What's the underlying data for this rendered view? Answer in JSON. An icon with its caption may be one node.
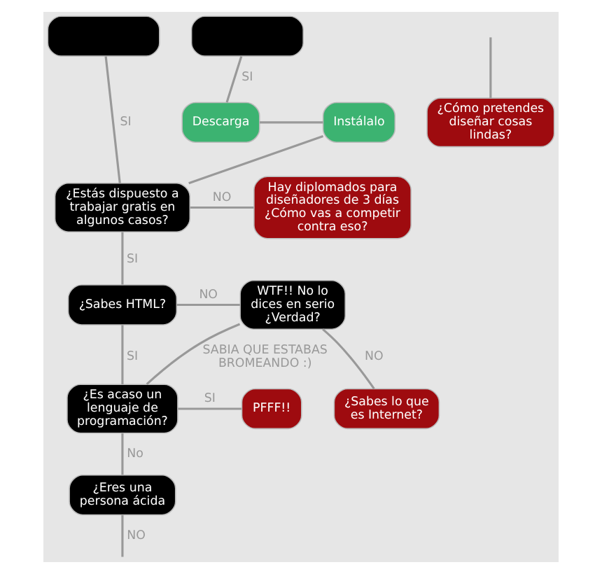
{
  "diagram": {
    "nodes": [
      {
        "text": [],
        "shape": "box"
      },
      {
        "text": [],
        "shape": "box"
      },
      {
        "text": [
          "¿Cómo pretendes diseñar cosas lindas?"
        ]
      },
      {
        "text": [
          "Instálalo"
        ]
      },
      {
        "text": [
          "Descarga"
        ]
      },
      {
        "text": [
          "¿Estás dispuesto a trabajar gratis en algunos casos?"
        ]
      },
      {
        "text": [
          "Hay diplomados para diseñadores de 3 días ¿Cómo vas a competir contra eso?"
        ]
      },
      {
        "text": [
          "¿Sabes HTML?"
        ]
      },
      {
        "text": [
          "WTF!! No lo dices en serio ¿Verdad?"
        ]
      },
      {
        "text": [
          "¿Sabes lo que es Internet?"
        ]
      },
      {
        "text": [
          "¿Es acaso un lenguaje de programación?"
        ]
      },
      {
        "text": [
          "PFFF!!"
        ]
      },
      {
        "text": [
          "¿Eres una persona ácida"
        ]
      }
    ],
    "edges": [
      {
        "from": 0,
        "to": 5,
        "arrow": "none",
        "label": "SI"
      },
      {
        "from": 1,
        "to": 4,
        "arrow": "none",
        "label": "SI"
      },
      {
        "from": null,
        "to": 2,
        "arrow": "none"
      },
      {
        "from": 4,
        "to": 3,
        "arrow": "none"
      },
      {
        "from": 3,
        "to": 5,
        "arrow": "none"
      },
      {
        "from": 5,
        "to": 6,
        "arrow": "none",
        "label": "NO"
      },
      {
        "from": 5,
        "to": 7,
        "arrow": "none",
        "label": "SI"
      },
      {
        "from": 7,
        "to": 8,
        "arrow": "none",
        "label": "NO"
      },
      {
        "from": 8,
        "to": 9,
        "arrow": "none",
        "label": "NO"
      },
      {
        "from": 8,
        "to": 10,
        "arrow": "none",
        "label": "SABIA QUE ESTABAS BROMEANDO :)"
      },
      {
        "from": 7,
        "to": 10,
        "arrow": "none",
        "label": "SI"
      },
      {
        "from": 10,
        "to": 11,
        "arrow": "none",
        "label": "SI"
      },
      {
        "from": 10,
        "to": 12,
        "arrow": "none",
        "label": "No"
      },
      {
        "from": 12,
        "to": null,
        "arrow": "none",
        "label": "NO"
      }
    ]
  }
}
